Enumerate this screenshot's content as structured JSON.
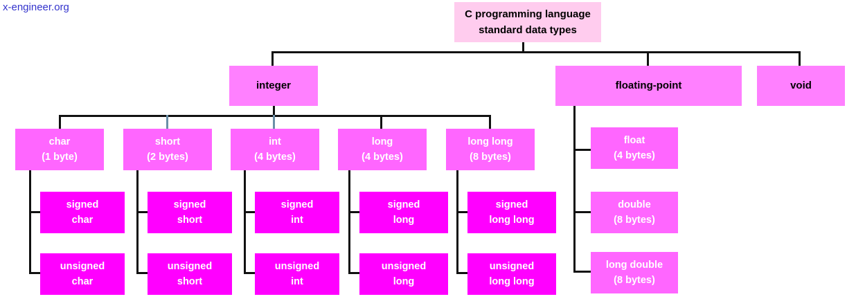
{
  "watermark": "x-engineer.org",
  "diagram": {
    "title_box": {
      "line1": "C programming language",
      "line2": "standard data types"
    },
    "categories": [
      {
        "name": "integer",
        "label": "integer"
      },
      {
        "name": "floating-point",
        "label": "floating-point"
      },
      {
        "name": "void",
        "label": "void"
      }
    ],
    "integer_types": [
      {
        "name": "char",
        "label": "char",
        "size": "(1 byte)",
        "signed": {
          "line1": "signed",
          "line2": "char"
        },
        "unsigned": {
          "line1": "unsigned",
          "line2": "char"
        }
      },
      {
        "name": "short",
        "label": "short",
        "size": "(2 bytes)",
        "signed": {
          "line1": "signed",
          "line2": "short"
        },
        "unsigned": {
          "line1": "unsigned",
          "line2": "short"
        }
      },
      {
        "name": "int",
        "label": "int",
        "size": "(4 bytes)",
        "signed": {
          "line1": "signed",
          "line2": "int"
        },
        "unsigned": {
          "line1": "unsigned",
          "line2": "int"
        }
      },
      {
        "name": "long",
        "label": "long",
        "size": "(4 bytes)",
        "signed": {
          "line1": "signed",
          "line2": "long"
        },
        "unsigned": {
          "line1": "unsigned",
          "line2": "long"
        }
      },
      {
        "name": "long long",
        "label": "long long",
        "size": "(8 bytes)",
        "signed": {
          "line1": "signed",
          "line2": "long long"
        },
        "unsigned": {
          "line1": "unsigned",
          "line2": "long long"
        }
      }
    ],
    "floating_types": [
      {
        "name": "float",
        "label": "float",
        "size": "(4 bytes)"
      },
      {
        "name": "double",
        "label": "double",
        "size": "(8 bytes)"
      },
      {
        "name": "long double",
        "label": "long double",
        "size": "(8 bytes)"
      }
    ]
  },
  "colors": {
    "title_box": "#ffccee",
    "category_box": "#ff80ff",
    "type_box": "#ff66ff",
    "sign_box": "#ff00ff",
    "connector": "#111111",
    "watermark": "#3333cc",
    "background": "#ffffff"
  }
}
